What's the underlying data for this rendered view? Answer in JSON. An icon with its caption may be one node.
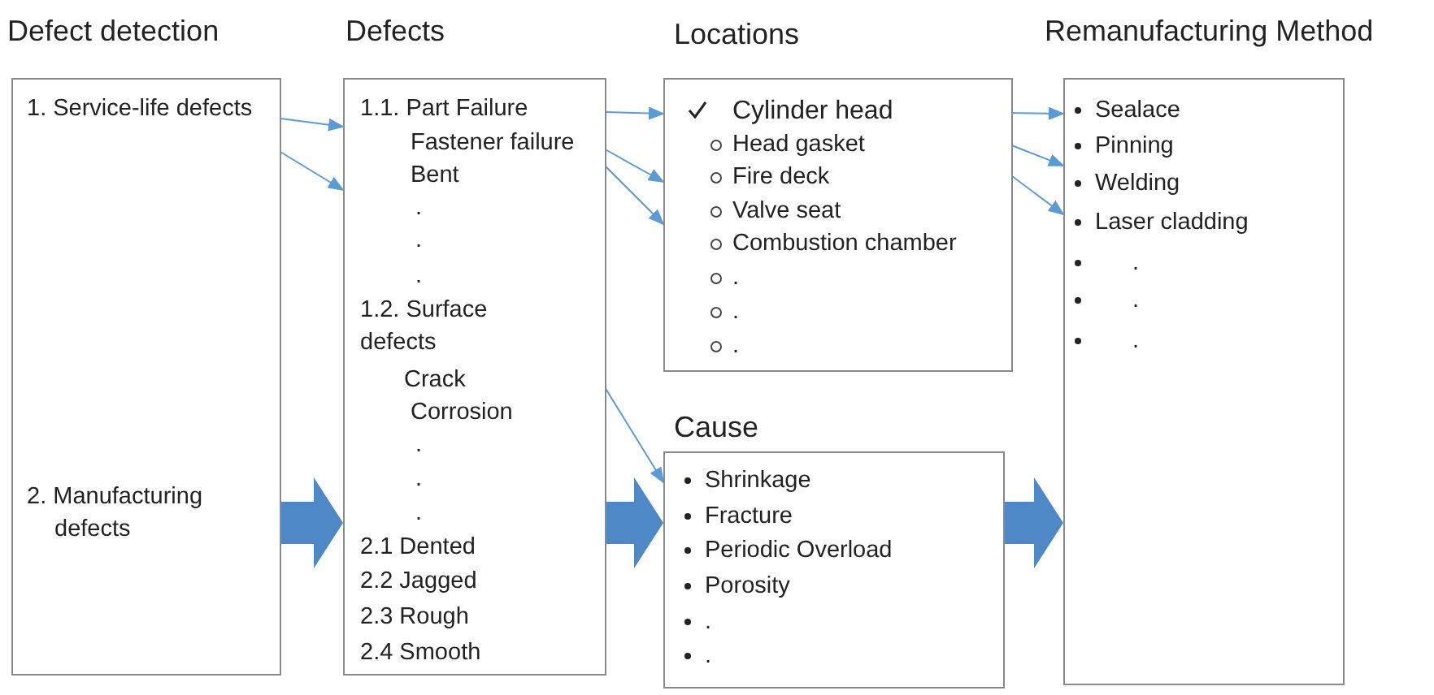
{
  "diagram": {
    "nodes": [
      {
        "text": [
          "Defect detection"
        ]
      },
      {
        "text": [
          "1. Service-life defects"
        ],
        "in": 0
      },
      {
        "text": [
          "2. Manufacturing defects"
        ],
        "in": 0
      },
      {
        "text": [
          "Defects",
          ".",
          ".",
          ".",
          "1.2. Surface defects",
          "Crack",
          "Corrosion",
          ".",
          ".",
          ".",
          "2.1 Dented",
          "2.2 Jagged",
          "2.3 Rough",
          "2.4 Smooth"
        ]
      },
      {
        "text": [
          "1.1. Part Failure"
        ],
        "in": 3
      },
      {
        "text": [
          "Fastener failure"
        ],
        "in": 3
      },
      {
        "text": [
          "Bent"
        ],
        "in": 3
      },
      {
        "text": [
          "Locations",
          "Head gasket",
          "Fire deck",
          "Valve seat",
          "Combustion chamber",
          ".",
          ".",
          "."
        ]
      },
      {
        "text": [
          "Cylinder head"
        ],
        "in": 7
      },
      {
        "text": [
          "Cause",
          "Shrinkage",
          "Fracture",
          "Periodic Overload",
          "Porosity",
          ".",
          "."
        ]
      },
      {
        "text": [
          "Remanufacturing Method",
          "Sealace",
          "Pinning",
          "Welding",
          "Laser cladding",
          ".",
          ".",
          "."
        ]
      }
    ],
    "edges": [
      {
        "from": 1,
        "to": 3,
        "arrow": "to"
      },
      {
        "from": 1,
        "to": 3,
        "arrow": "to"
      },
      {
        "from": 4,
        "to": 7,
        "arrow": "to"
      },
      {
        "from": 5,
        "to": 7,
        "arrow": "to"
      },
      {
        "from": 5,
        "to": 7,
        "arrow": "to"
      },
      {
        "from": 6,
        "to": 9,
        "arrow": "to"
      },
      {
        "from": 8,
        "to": 10,
        "arrow": "to"
      },
      {
        "from": 8,
        "to": 10,
        "arrow": "to"
      },
      {
        "from": 8,
        "to": 10,
        "arrow": "to"
      },
      {
        "from": 0,
        "to": 3,
        "arrow": "to",
        "style": "thick"
      },
      {
        "from": 3,
        "to": 9,
        "arrow": "to",
        "style": "thick"
      },
      {
        "from": 9,
        "to": 10,
        "arrow": "to",
        "style": "thick"
      }
    ]
  }
}
